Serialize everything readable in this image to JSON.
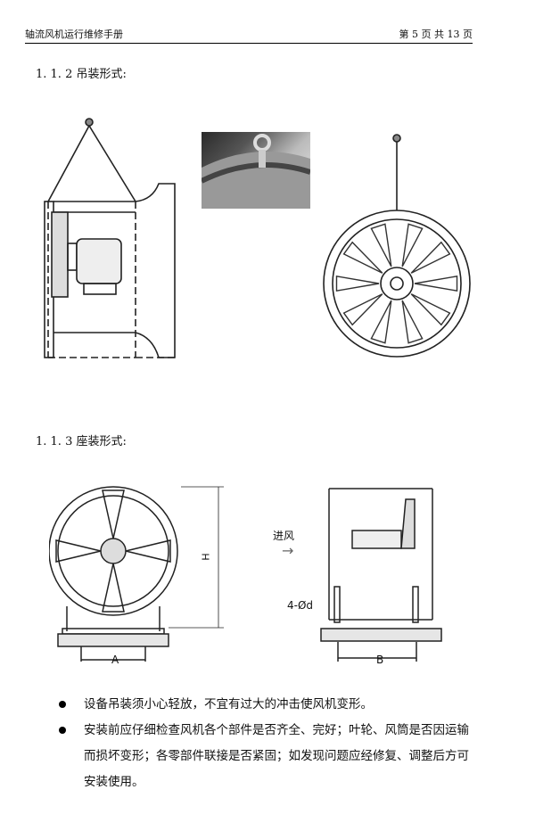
{
  "header": {
    "left": "轴流风机运行维修手册",
    "right": "第 5 页 共 13 页"
  },
  "sections": {
    "hanging": {
      "title": "1. 1. 2 吊装形式:"
    },
    "seat": {
      "title": "1. 1. 3 座装形式:"
    }
  },
  "figure_labels": {
    "inlet": "进风",
    "inlet_arrow": "→",
    "bolts": "4-Ød",
    "dim_h": "H",
    "dim_a": "A",
    "dim_b": "B"
  },
  "bullets": [
    "设备吊装须小心轻放，不宜有过大的冲击使风机变形。",
    "安装前应仔细检查风机各个部件是否齐全、完好；叶轮、风筒是否因运输而损坏变形；各零部件联接是否紧固；如发现问题应经修复、调整后方可安装使用。"
  ]
}
